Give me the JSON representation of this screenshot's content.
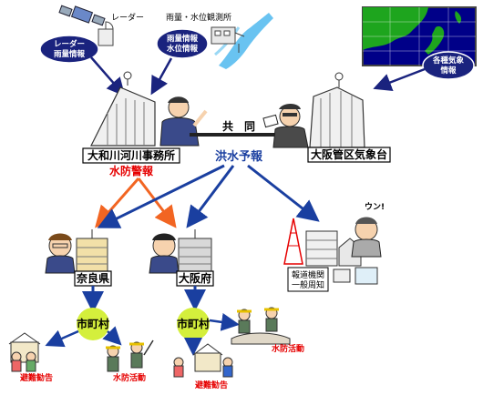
{
  "labels": {
    "radar": "レーダー",
    "rain_station": "雨量・水位観測所",
    "bubble_radar_1": "レーダー",
    "bubble_radar_2": "雨量情報",
    "bubble_rain_1": "雨量情報",
    "bubble_rain_2": "水位情報",
    "bubble_weather_1": "各種気象",
    "bubble_weather_2": "情報",
    "joint": "共　同",
    "river_office": "大和川河川事務所",
    "flood_forecast": "洪水予報",
    "weather_office": "大阪管区気象台",
    "flood_warning": "水防警報",
    "nara": "奈良県",
    "osaka": "大阪府",
    "media_1": "報道機関",
    "media_2": "一般周知",
    "municipality_left": "市町村",
    "municipality_right": "市町村",
    "evac_left": "避難勧告",
    "flood_fight_left": "水防活動",
    "flood_fight_right": "水防活動",
    "evac_right": "避難勧告",
    "exclaim": "ウン!"
  },
  "colors": {
    "bubble_navy": "#1a237e",
    "blue_arrow": "#1a3fa0",
    "orange_arrow": "#f26522",
    "green_circle": "#d4ef3c",
    "red_text": "#e60000",
    "map_blue": "#000088",
    "map_green": "#1ea51e"
  }
}
